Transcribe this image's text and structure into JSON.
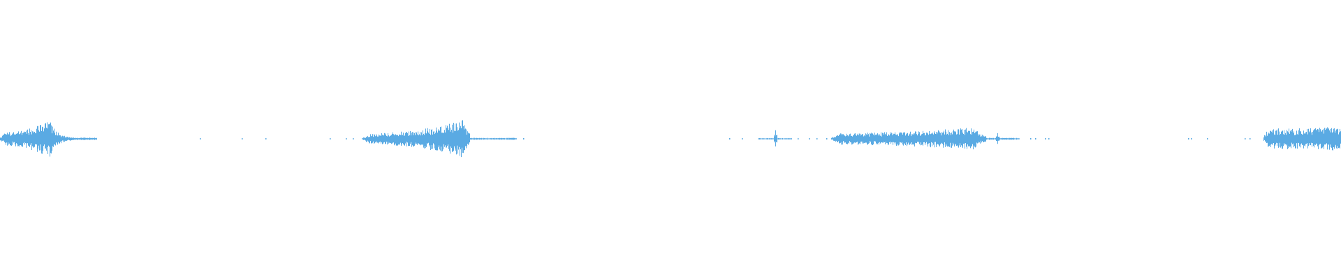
{
  "waveform": {
    "color": "#5aaae3",
    "background": "#ffffff",
    "segments": [
      {
        "name": "segment-1",
        "start": 0.0,
        "end": 0.072,
        "base": 0.36,
        "peak": {
          "pos": 0.037,
          "amp": 1.0
        }
      },
      {
        "name": "segment-2",
        "start": 0.271,
        "end": 0.35,
        "base": 0.3,
        "peak": {
          "pos": 0.345,
          "amp": 1.0
        }
      },
      {
        "name": "segment-3",
        "start": 0.62,
        "end": 0.735,
        "base": 0.32,
        "peak": {
          "pos": 0.726,
          "amp": 0.62
        }
      },
      {
        "name": "segment-4",
        "start": 0.942,
        "end": 1.0,
        "base": 0.55,
        "peak": {
          "pos": 0.998,
          "amp": 0.65
        }
      }
    ],
    "spikes": [
      {
        "pos": 0.578,
        "amp": 0.45
      },
      {
        "pos": 0.744,
        "amp": 0.3
      }
    ],
    "tails": [
      {
        "start": 0.036,
        "end": 0.072,
        "amp": 0.05
      },
      {
        "start": 0.35,
        "end": 0.385,
        "amp": 0.04
      },
      {
        "start": 0.565,
        "end": 0.59,
        "amp": 0.03
      },
      {
        "start": 0.733,
        "end": 0.76,
        "amp": 0.04
      }
    ],
    "dots": [
      0.149,
      0.18,
      0.198,
      0.246,
      0.258,
      0.263,
      0.27,
      0.381,
      0.39,
      0.544,
      0.553,
      0.595,
      0.603,
      0.609,
      0.616,
      0.768,
      0.772,
      0.779,
      0.782,
      0.886,
      0.888,
      0.9,
      0.928,
      0.932
    ]
  }
}
